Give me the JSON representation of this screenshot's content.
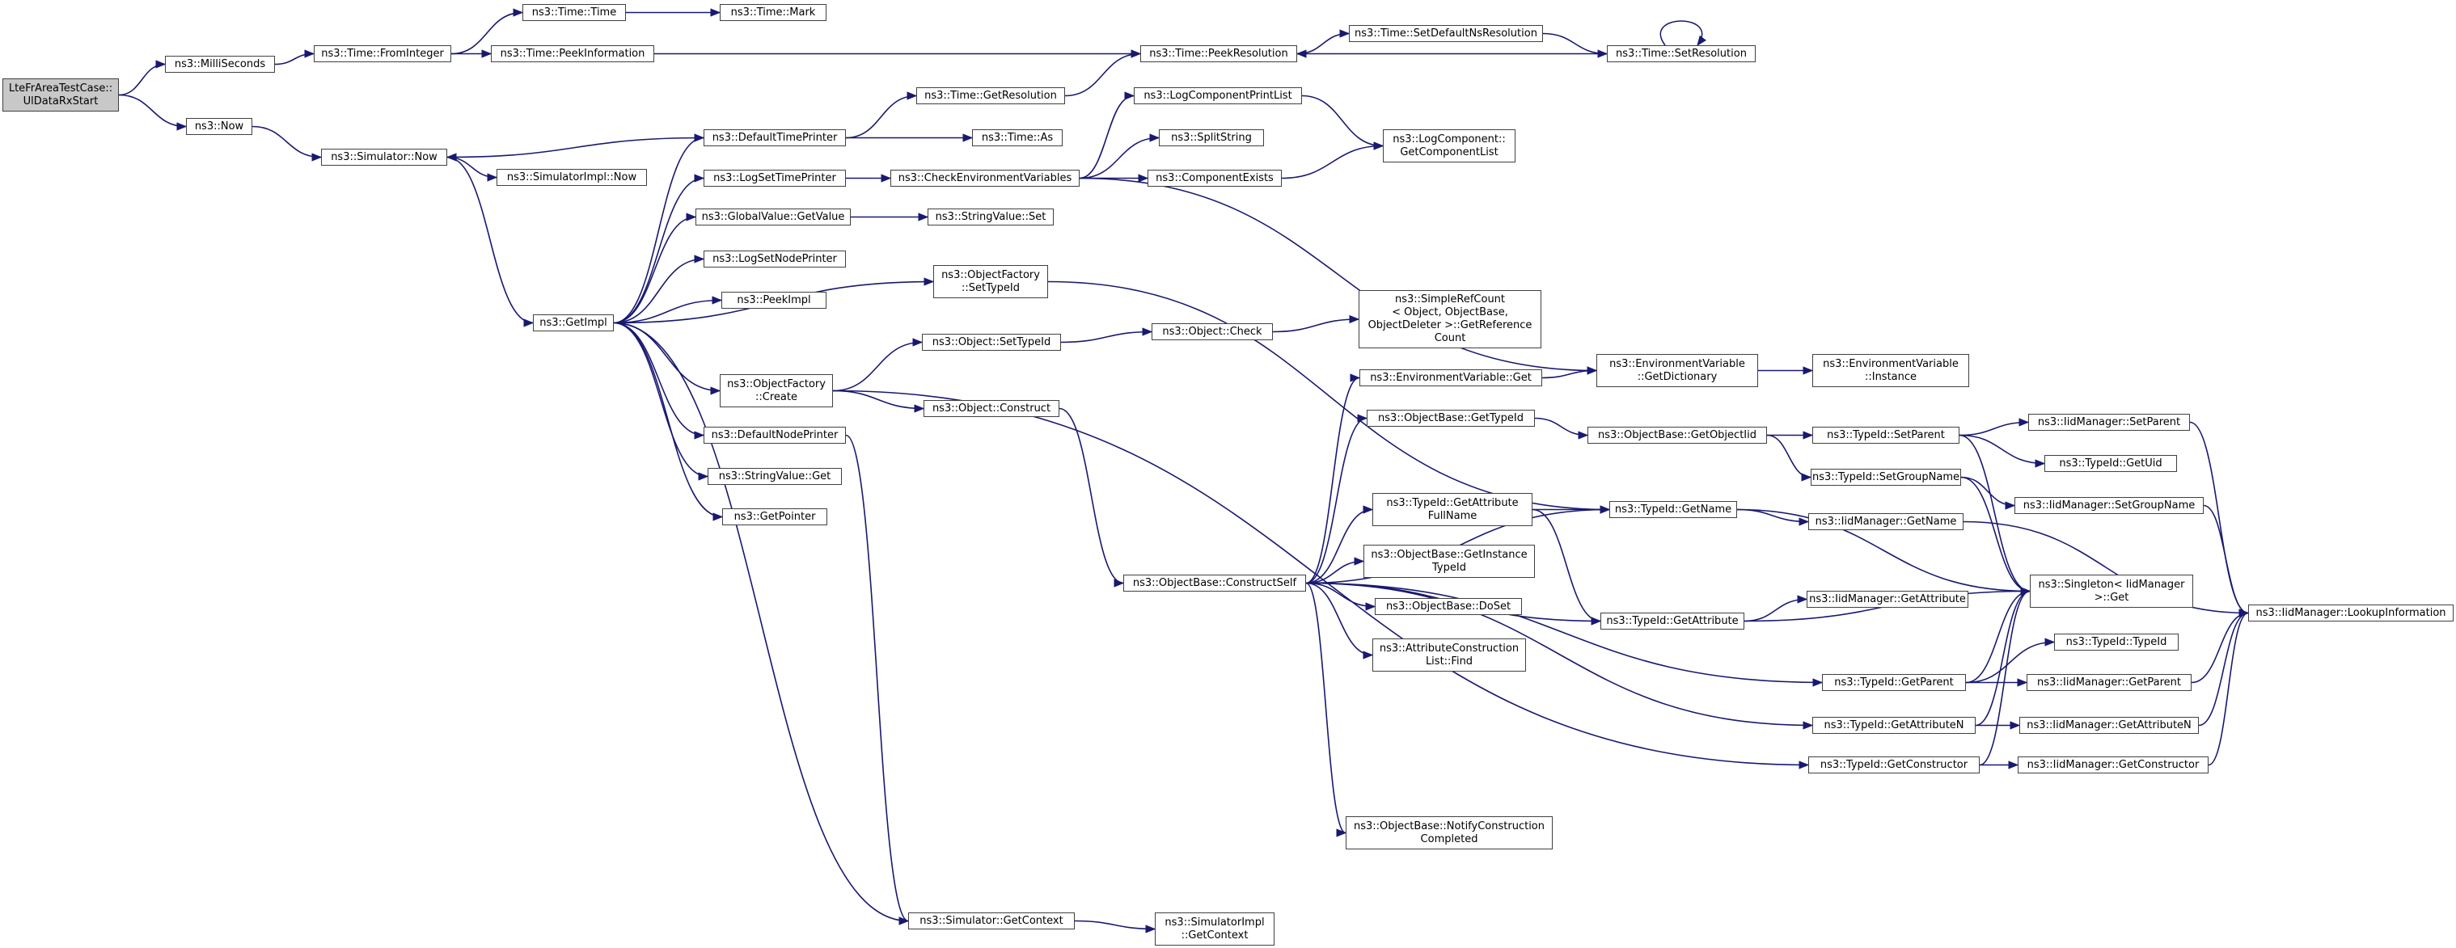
{
  "graph": {
    "edge_color": "#191970",
    "root_fill": "#c8c8c8",
    "nodes": [
      {
        "id": "root",
        "label": "LteFrAreaTestCase::\nUlDataRxStart"
      },
      {
        "id": "millis",
        "label": "ns3::MilliSeconds"
      },
      {
        "id": "now",
        "label": "ns3::Now"
      },
      {
        "id": "fromint",
        "label": "ns3::Time::FromInteger"
      },
      {
        "id": "timetime",
        "label": "ns3::Time::Time"
      },
      {
        "id": "timemark",
        "label": "ns3::Time::Mark"
      },
      {
        "id": "peekinfo",
        "label": "ns3::Time::PeekInformation"
      },
      {
        "id": "peekres",
        "label": "ns3::Time::PeekResolution"
      },
      {
        "id": "setdefres",
        "label": "ns3::Time::SetDefaultNsResolution"
      },
      {
        "id": "setres",
        "label": "ns3::Time::SetResolution"
      },
      {
        "id": "simnow",
        "label": "ns3::Simulator::Now"
      },
      {
        "id": "simimplnow",
        "label": "ns3::SimulatorImpl::Now"
      },
      {
        "id": "getimpl",
        "label": "ns3::GetImpl"
      },
      {
        "id": "deftimeprinter",
        "label": "ns3::DefaultTimePrinter"
      },
      {
        "id": "getresolution",
        "label": "ns3::Time::GetResolution"
      },
      {
        "id": "timeas",
        "label": "ns3::Time::As"
      },
      {
        "id": "logsettime",
        "label": "ns3::LogSetTimePrinter"
      },
      {
        "id": "checkenv",
        "label": "ns3::CheckEnvironmentVariables"
      },
      {
        "id": "logcompprint",
        "label": "ns3::LogComponentPrintList"
      },
      {
        "id": "splitstring",
        "label": "ns3::SplitString"
      },
      {
        "id": "compexists",
        "label": "ns3::ComponentExists"
      },
      {
        "id": "getcomplist",
        "label": "ns3::LogComponent::\nGetComponentList"
      },
      {
        "id": "globalget",
        "label": "ns3::GlobalValue::GetValue"
      },
      {
        "id": "strset",
        "label": "ns3::StringValue::Set"
      },
      {
        "id": "logsetnode",
        "label": "ns3::LogSetNodePrinter"
      },
      {
        "id": "peekimpl",
        "label": "ns3::PeekImpl"
      },
      {
        "id": "objfactsettid",
        "label": "ns3::ObjectFactory\n::SetTypeId"
      },
      {
        "id": "objsettid",
        "label": "ns3::Object::SetTypeId"
      },
      {
        "id": "objcheck",
        "label": "ns3::Object::Check"
      },
      {
        "id": "simplerefcount",
        "label": "ns3::SimpleRefCount\n< Object, ObjectBase,\n ObjectDeleter >::GetReference\nCount"
      },
      {
        "id": "objfactcreate",
        "label": "ns3::ObjectFactory\n::Create"
      },
      {
        "id": "objconstruct",
        "label": "ns3::Object::Construct"
      },
      {
        "id": "defnodeprinter",
        "label": "ns3::DefaultNodePrinter"
      },
      {
        "id": "strget",
        "label": "ns3::StringValue::Get"
      },
      {
        "id": "getpointer",
        "label": "ns3::GetPointer"
      },
      {
        "id": "envget",
        "label": "ns3::EnvironmentVariable::Get"
      },
      {
        "id": "envgetdict",
        "label": "ns3::EnvironmentVariable\n::GetDictionary"
      },
      {
        "id": "envinstance",
        "label": "ns3::EnvironmentVariable\n::Instance"
      },
      {
        "id": "objbasegettid",
        "label": "ns3::ObjectBase::GetTypeId"
      },
      {
        "id": "getobjectiid",
        "label": "ns3::ObjectBase::GetObjectIid"
      },
      {
        "id": "tidsetparent",
        "label": "ns3::TypeId::SetParent"
      },
      {
        "id": "iidsetparent",
        "label": "ns3::IidManager::SetParent"
      },
      {
        "id": "tidgetuid",
        "label": "ns3::TypeId::GetUid"
      },
      {
        "id": "tidsetgroup",
        "label": "ns3::TypeId::SetGroupName"
      },
      {
        "id": "iidsetgroup",
        "label": "ns3::IidManager::SetGroupName"
      },
      {
        "id": "tidgetattrfull",
        "label": "ns3::TypeId::GetAttribute\nFullName"
      },
      {
        "id": "tidgetname",
        "label": "ns3::TypeId::GetName"
      },
      {
        "id": "iidgetname",
        "label": "ns3::IidManager::GetName"
      },
      {
        "id": "getinsttid",
        "label": "ns3::ObjectBase::GetInstance\nTypeId"
      },
      {
        "id": "constructself",
        "label": "ns3::ObjectBase::ConstructSelf"
      },
      {
        "id": "doset",
        "label": "ns3::ObjectBase::DoSet"
      },
      {
        "id": "attrconstfind",
        "label": "ns3::AttributeConstruction\nList::Find"
      },
      {
        "id": "tidgetattr",
        "label": "ns3::TypeId::GetAttribute"
      },
      {
        "id": "iidgetattr",
        "label": "ns3::IidManager::GetAttribute"
      },
      {
        "id": "singleton",
        "label": "ns3::Singleton< IidManager\n >::Get"
      },
      {
        "id": "lookupinfo",
        "label": "ns3::IidManager::LookupInformation"
      },
      {
        "id": "tidtypeid",
        "label": "ns3::TypeId::TypeId"
      },
      {
        "id": "tidgetparent",
        "label": "ns3::TypeId::GetParent"
      },
      {
        "id": "iidgetparent",
        "label": "ns3::IidManager::GetParent"
      },
      {
        "id": "tidgetattrn",
        "label": "ns3::TypeId::GetAttributeN"
      },
      {
        "id": "iidgetattrn",
        "label": "ns3::IidManager::GetAttributeN"
      },
      {
        "id": "tidgetconstructor",
        "label": "ns3::TypeId::GetConstructor"
      },
      {
        "id": "iidgetconstructor",
        "label": "ns3::IidManager::GetConstructor"
      },
      {
        "id": "notifyconst",
        "label": "ns3::ObjectBase::NotifyConstruction\nCompleted"
      },
      {
        "id": "simgetctx",
        "label": "ns3::Simulator::GetContext"
      },
      {
        "id": "simimplgetctx",
        "label": "ns3::SimulatorImpl\n::GetContext"
      }
    ],
    "edges": [
      [
        "root",
        "millis"
      ],
      [
        "root",
        "now"
      ],
      [
        "millis",
        "fromint"
      ],
      [
        "fromint",
        "timetime"
      ],
      [
        "fromint",
        "peekinfo"
      ],
      [
        "timetime",
        "timemark"
      ],
      [
        "peekinfo",
        "peekres"
      ],
      [
        "peekres",
        "setdefres"
      ],
      [
        "setdefres",
        "setres"
      ],
      [
        "setres",
        "peekres"
      ],
      [
        "setres",
        "setres"
      ],
      [
        "now",
        "simnow"
      ],
      [
        "simnow",
        "simimplnow"
      ],
      [
        "simnow",
        "getimpl"
      ],
      [
        "deftimeprinter",
        "simnow"
      ],
      [
        "getimpl",
        "deftimeprinter"
      ],
      [
        "getimpl",
        "logsettime"
      ],
      [
        "getimpl",
        "globalget"
      ],
      [
        "getimpl",
        "logsetnode"
      ],
      [
        "getimpl",
        "peekimpl"
      ],
      [
        "getimpl",
        "objfactsettid"
      ],
      [
        "getimpl",
        "objfactcreate"
      ],
      [
        "getimpl",
        "defnodeprinter"
      ],
      [
        "getimpl",
        "strget"
      ],
      [
        "getimpl",
        "getpointer"
      ],
      [
        "getimpl",
        "simgetctx"
      ],
      [
        "deftimeprinter",
        "getresolution"
      ],
      [
        "deftimeprinter",
        "timeas"
      ],
      [
        "getresolution",
        "peekres"
      ],
      [
        "logsettime",
        "checkenv"
      ],
      [
        "checkenv",
        "logcompprint"
      ],
      [
        "checkenv",
        "splitstring"
      ],
      [
        "checkenv",
        "compexists"
      ],
      [
        "checkenv",
        "envgetdict"
      ],
      [
        "logcompprint",
        "getcomplist"
      ],
      [
        "compexists",
        "getcomplist"
      ],
      [
        "globalget",
        "strset"
      ],
      [
        "objfactsettid",
        "tidgetname"
      ],
      [
        "objfactcreate",
        "objsettid"
      ],
      [
        "objfactcreate",
        "objconstruct"
      ],
      [
        "objfactcreate",
        "tidgetconstructor"
      ],
      [
        "objsettid",
        "objcheck"
      ],
      [
        "objcheck",
        "simplerefcount"
      ],
      [
        "objconstruct",
        "constructself"
      ],
      [
        "defnodeprinter",
        "simgetctx"
      ],
      [
        "simgetctx",
        "simimplgetctx"
      ],
      [
        "constructself",
        "envget"
      ],
      [
        "constructself",
        "objbasegettid"
      ],
      [
        "constructself",
        "tidgetname"
      ],
      [
        "constructself",
        "tidgetattrfull"
      ],
      [
        "constructself",
        "getinsttid"
      ],
      [
        "constructself",
        "doset"
      ],
      [
        "constructself",
        "attrconstfind"
      ],
      [
        "constructself",
        "tidgetattr"
      ],
      [
        "constructself",
        "tidgetparent"
      ],
      [
        "constructself",
        "tidgetattrn"
      ],
      [
        "constructself",
        "notifyconst"
      ],
      [
        "envget",
        "envgetdict"
      ],
      [
        "envgetdict",
        "envinstance"
      ],
      [
        "objbasegettid",
        "getobjectiid"
      ],
      [
        "getobjectiid",
        "tidsetparent"
      ],
      [
        "getobjectiid",
        "tidsetgroup"
      ],
      [
        "tidsetparent",
        "iidsetparent"
      ],
      [
        "tidsetparent",
        "tidgetuid"
      ],
      [
        "tidsetparent",
        "singleton"
      ],
      [
        "tidsetgroup",
        "iidsetgroup"
      ],
      [
        "tidsetgroup",
        "singleton"
      ],
      [
        "iidsetparent",
        "lookupinfo"
      ],
      [
        "iidsetgroup",
        "lookupinfo"
      ],
      [
        "tidgetattrfull",
        "tidgetname"
      ],
      [
        "tidgetattrfull",
        "tidgetattr"
      ],
      [
        "tidgetname",
        "iidgetname"
      ],
      [
        "tidgetname",
        "singleton"
      ],
      [
        "iidgetname",
        "lookupinfo"
      ],
      [
        "tidgetattr",
        "iidgetattr"
      ],
      [
        "tidgetattr",
        "singleton"
      ],
      [
        "tidgetparent",
        "tidtypeid"
      ],
      [
        "tidgetparent",
        "iidgetparent"
      ],
      [
        "tidgetparent",
        "singleton"
      ],
      [
        "iidgetparent",
        "lookupinfo"
      ],
      [
        "tidgetattrn",
        "iidgetattrn"
      ],
      [
        "tidgetattrn",
        "singleton"
      ],
      [
        "iidgetattrn",
        "lookupinfo"
      ],
      [
        "tidgetconstructor",
        "iidgetconstructor"
      ],
      [
        "tidgetconstructor",
        "singleton"
      ],
      [
        "iidgetconstructor",
        "lookupinfo"
      ]
    ]
  }
}
